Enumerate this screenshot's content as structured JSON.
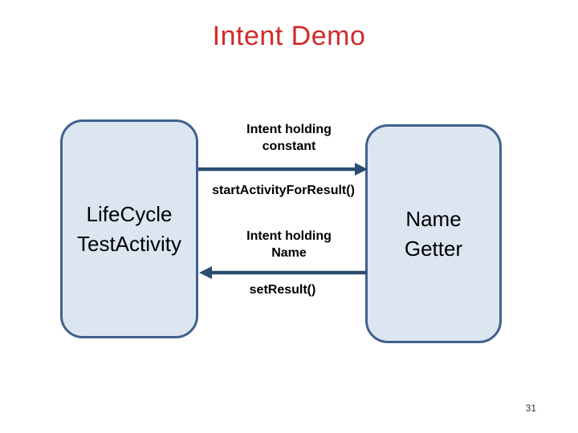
{
  "slide": {
    "title": "Intent Demo",
    "page_number": "31"
  },
  "diagram": {
    "left_box": {
      "label": "LifeCycle\nTestActivity"
    },
    "right_box": {
      "label": "Name\nGetter"
    },
    "arrow_forward": {
      "direction": "left-to-right",
      "label_top": "Intent holding\nconstant",
      "label_bottom": "startActivityForResult()"
    },
    "arrow_back": {
      "direction": "right-to-left",
      "label_top": "Intent holding\nName",
      "label_bottom": "setResult()"
    }
  },
  "colors": {
    "title_red": "#d02a2a",
    "box_fill": "#dce6f1",
    "box_border": "#40618e",
    "arrow": "#2a4e71",
    "text": "#000000"
  }
}
